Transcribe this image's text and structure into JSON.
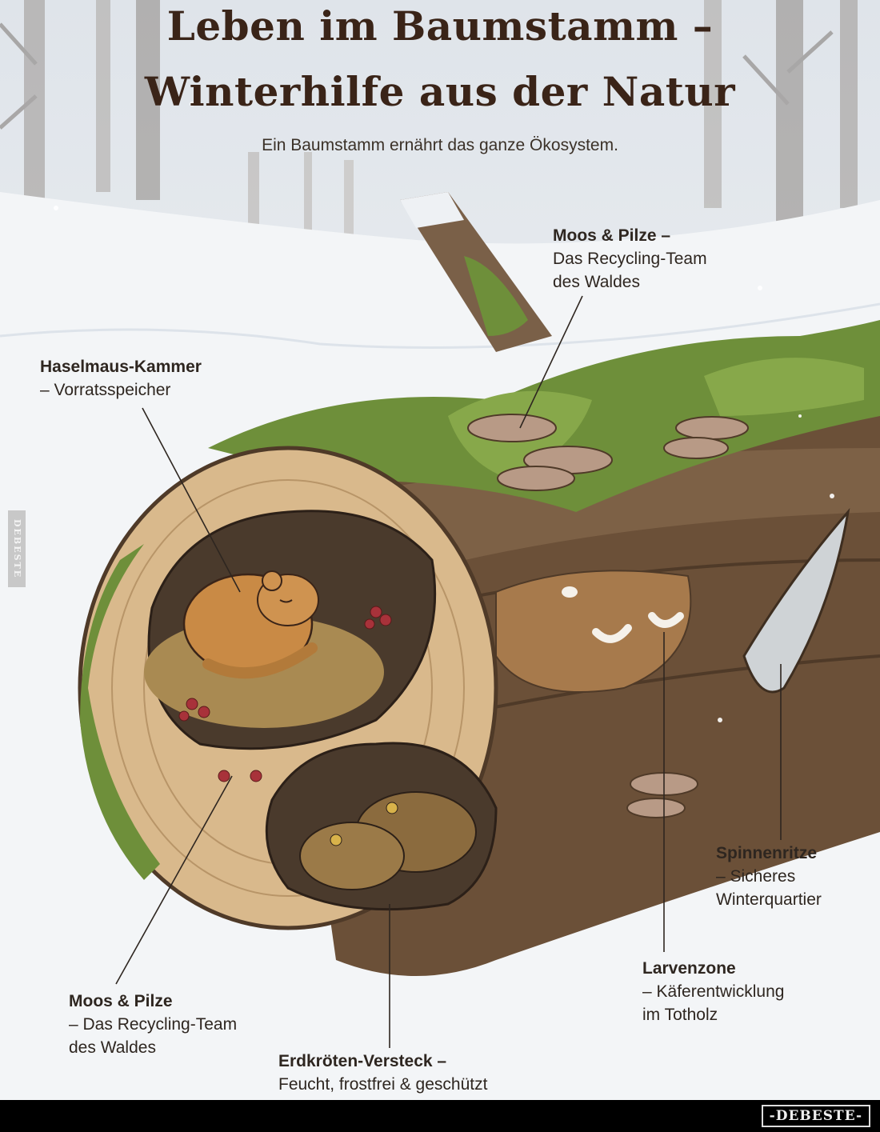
{
  "header": {
    "title_line1": "Leben im Baumstamm –",
    "title_line2": "Winterhilfe aus der Natur",
    "subtitle": "Ein Baumstamm ernährt das ganze Ökosystem."
  },
  "labels": [
    {
      "id": "moos-top",
      "title": "Moos & Pilze –",
      "lines": [
        "Das Recycling-Team",
        "des Waldes"
      ]
    },
    {
      "id": "haselmaus",
      "title": "Haselmaus-Kammer",
      "lines": [
        "– Vorratsspeicher"
      ]
    },
    {
      "id": "spinnen",
      "title": "Spinnenritze",
      "lines": [
        "– Sicheres",
        "Winterquartier"
      ]
    },
    {
      "id": "larven",
      "title": "Larvenzone",
      "lines": [
        "– Käferentwicklung",
        "im Totholz"
      ]
    },
    {
      "id": "moos-bottom",
      "title": "Moos & Pilze",
      "lines": [
        "– Das Recycling-Team",
        "des Waldes"
      ]
    },
    {
      "id": "erdkroete",
      "title": "Erdkröten-Versteck –",
      "lines": [
        "Feucht, frostfrei & geschützt"
      ]
    }
  ],
  "illustration": {
    "subjects": [
      "hollow-log",
      "sleeping-dormouse",
      "toads",
      "beetle-larvae",
      "bracket-fungi",
      "moss",
      "spider-crevice",
      "snowy-forest"
    ]
  },
  "watermark": {
    "side": "DEBESTE",
    "footer": "-DEBESTE-"
  },
  "colors": {
    "title": "#3a2418",
    "text": "#2e2620",
    "wood": "#d9b98c",
    "bark": "#6b5038",
    "moss": "#6e8f3a",
    "snow": "#f3f5f7"
  }
}
